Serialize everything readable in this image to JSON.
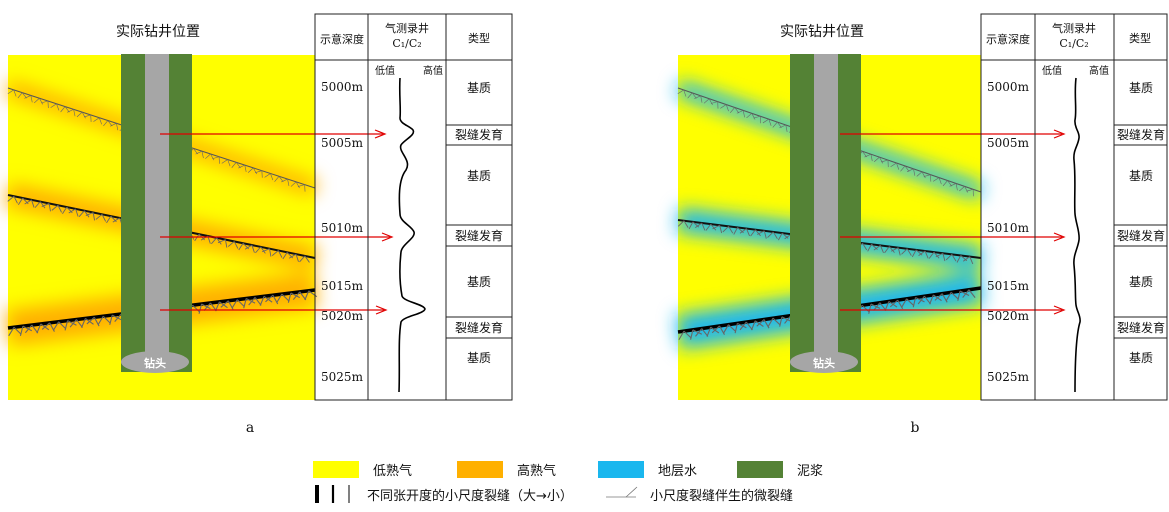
{
  "colors": {
    "low_gas": "#ffff00",
    "high_gas": "#ffb000",
    "water": "#1ab7ee",
    "mud": "#548235",
    "pipe": "#a6a6a6",
    "arrow": "#e00000"
  },
  "panels": [
    {
      "id": "a",
      "well_title": "实际钻井位置",
      "bit_label": "钻头",
      "halo": "high_gas",
      "caption": "a"
    },
    {
      "id": "b",
      "well_title": "实际钻井位置",
      "bit_label": "钻头",
      "halo": "water",
      "caption": "b"
    }
  ],
  "table": {
    "col_depth": "示意深度",
    "col_gas_line1": "气测录井",
    "col_gas_line2": "C₁/C₂",
    "col_type": "类型",
    "low_label": "低值",
    "high_label": "高值",
    "depths": [
      "5000m",
      "5005m",
      "5010m",
      "5015m",
      "5020m",
      "5025m"
    ],
    "types": [
      "基质",
      "裂缝发育",
      "基质",
      "裂缝发育",
      "基质",
      "裂缝发育",
      "基质"
    ]
  },
  "legend": {
    "low_gas": "低熟气",
    "high_gas": "高熟气",
    "water": "地层水",
    "mud": "泥浆",
    "fracture": "不同张开度的小尺度裂缝（大→小）",
    "micro": "小尺度裂缝伴生的微裂缝"
  }
}
